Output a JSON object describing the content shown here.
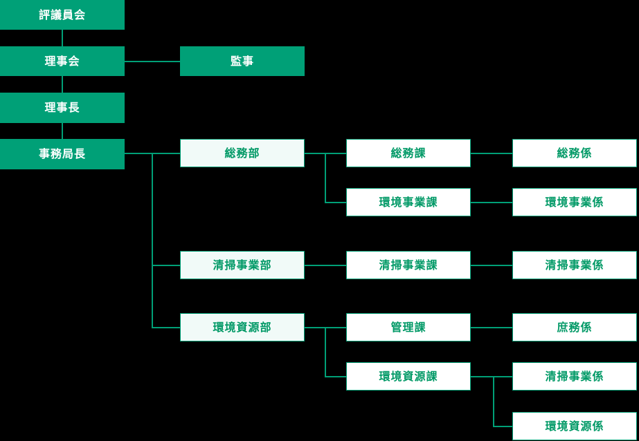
{
  "chart_data": {
    "type": "diagram",
    "title": "",
    "diagram_kind": "organization-chart",
    "orientation": "left-to-right",
    "colors": {
      "background": "#000000",
      "accent": "#00a077",
      "line": "#00a077",
      "gov_fill": "#00a077",
      "gov_text": "#ffffff",
      "dept_fill": "#f1faf8",
      "div_fill": "#ffffff",
      "sect_fill": "#ffffff",
      "node_text": "#009966",
      "border": "#00a077"
    },
    "levels": [
      "governance",
      "department",
      "division",
      "section"
    ],
    "nodes": [
      {
        "id": "n1",
        "label": "評議員会",
        "level": "governance"
      },
      {
        "id": "n2",
        "label": "理事会",
        "level": "governance"
      },
      {
        "id": "n3",
        "label": "監事",
        "level": "governance"
      },
      {
        "id": "n4",
        "label": "理事長",
        "level": "governance"
      },
      {
        "id": "n5",
        "label": "事務局長",
        "level": "governance"
      },
      {
        "id": "n6",
        "label": "総務部",
        "level": "department"
      },
      {
        "id": "n7",
        "label": "総務課",
        "level": "division"
      },
      {
        "id": "n8",
        "label": "総務係",
        "level": "section"
      },
      {
        "id": "n9",
        "label": "環境事業課",
        "level": "division"
      },
      {
        "id": "n10",
        "label": "環境事業係",
        "level": "section"
      },
      {
        "id": "n11",
        "label": "清掃事業部",
        "level": "department"
      },
      {
        "id": "n12",
        "label": "清掃事業課",
        "level": "division"
      },
      {
        "id": "n13",
        "label": "清掃事業係",
        "level": "section"
      },
      {
        "id": "n14",
        "label": "環境資源部",
        "level": "department"
      },
      {
        "id": "n15",
        "label": "管理課",
        "level": "division"
      },
      {
        "id": "n16",
        "label": "庶務係",
        "level": "section"
      },
      {
        "id": "n17",
        "label": "環境資源課",
        "level": "division"
      },
      {
        "id": "n18",
        "label": "清掃事業係",
        "level": "section"
      },
      {
        "id": "n19",
        "label": "環境資源係",
        "level": "section"
      }
    ],
    "edges": [
      {
        "from": "n1",
        "to": "n2"
      },
      {
        "from": "n2",
        "to": "n3"
      },
      {
        "from": "n2",
        "to": "n4"
      },
      {
        "from": "n4",
        "to": "n5"
      },
      {
        "from": "n5",
        "to": "n6"
      },
      {
        "from": "n5",
        "to": "n11"
      },
      {
        "from": "n5",
        "to": "n14"
      },
      {
        "from": "n6",
        "to": "n7"
      },
      {
        "from": "n6",
        "to": "n9"
      },
      {
        "from": "n7",
        "to": "n8"
      },
      {
        "from": "n9",
        "to": "n10"
      },
      {
        "from": "n11",
        "to": "n12"
      },
      {
        "from": "n12",
        "to": "n13"
      },
      {
        "from": "n14",
        "to": "n15"
      },
      {
        "from": "n14",
        "to": "n17"
      },
      {
        "from": "n15",
        "to": "n16"
      },
      {
        "from": "n17",
        "to": "n18"
      },
      {
        "from": "n17",
        "to": "n19"
      }
    ]
  },
  "nodes": {
    "hyogiinkai": {
      "label": "評議員会"
    },
    "rijikai": {
      "label": "理事会"
    },
    "kanji": {
      "label": "監事"
    },
    "rijicho": {
      "label": "理事長"
    },
    "jimukyokucho": {
      "label": "事務局長"
    },
    "somubu": {
      "label": "総務部"
    },
    "somuka": {
      "label": "総務課"
    },
    "somugakari": {
      "label": "総務係"
    },
    "kankyojigyoka": {
      "label": "環境事業課"
    },
    "kankyojigyogakari": {
      "label": "環境事業係"
    },
    "seisojigyobu": {
      "label": "清掃事業部"
    },
    "seisojigyoka": {
      "label": "清掃事業課"
    },
    "seisojigyogakari": {
      "label": "清掃事業係"
    },
    "kankyoshigenbu": {
      "label": "環境資源部"
    },
    "kanrika": {
      "label": "管理課"
    },
    "shomugakari": {
      "label": "庶務係"
    },
    "kankyoshigenka": {
      "label": "環境資源課"
    },
    "seisojigyogakari2": {
      "label": "清掃事業係"
    },
    "kankyoshigengakari": {
      "label": "環境資源係"
    }
  }
}
